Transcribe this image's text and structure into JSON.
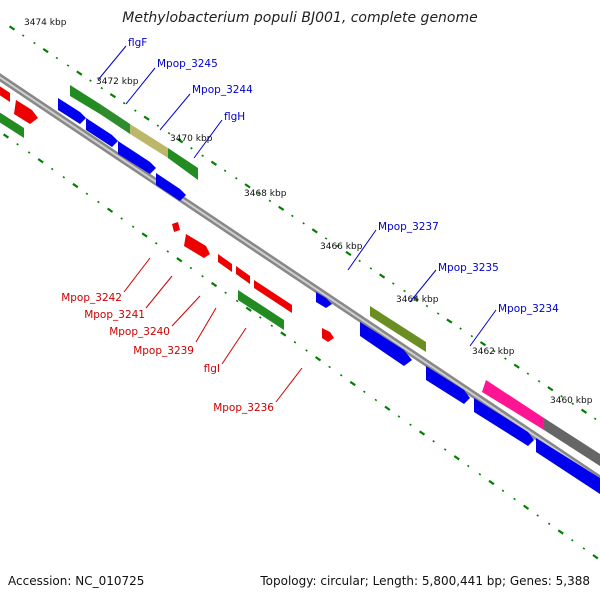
{
  "title": "Methylobacterium populi BJ001, complete genome",
  "footer": {
    "accession": "Accession: NC_010725",
    "topology": "Topology: circular; Length: 5,800,441 bp; Genes: 5,388"
  },
  "ticks": [
    {
      "label": "3474 kbp"
    },
    {
      "label": "3472 kbp"
    },
    {
      "label": "3470 kbp"
    },
    {
      "label": "3468 kbp"
    },
    {
      "label": "3466 kbp"
    },
    {
      "label": "3464 kbp"
    },
    {
      "label": "3462 kbp"
    },
    {
      "label": "3460 kbp"
    }
  ],
  "forward_labels": [
    "flgF",
    "Mpop_3245",
    "Mpop_3244",
    "flgH",
    "Mpop_3237",
    "Mpop_3235",
    "Mpop_3234"
  ],
  "reverse_labels": [
    "Mpop_3242",
    "Mpop_3241",
    "Mpop_3240",
    "Mpop_3239",
    "flgI",
    "Mpop_3236"
  ],
  "colors": {
    "forward_cds": "#0000ee",
    "reverse_cds": "#ee0000",
    "gene_green": "#228b22",
    "gene_olive": "#6b8e23",
    "gene_tan": "#bdb76b",
    "gene_pink": "#ff1493",
    "gene_gray": "#666666",
    "backbone": "#888888",
    "tick_green": "#008000",
    "label_blue": "#0000cc",
    "label_red": "#cc0000"
  }
}
